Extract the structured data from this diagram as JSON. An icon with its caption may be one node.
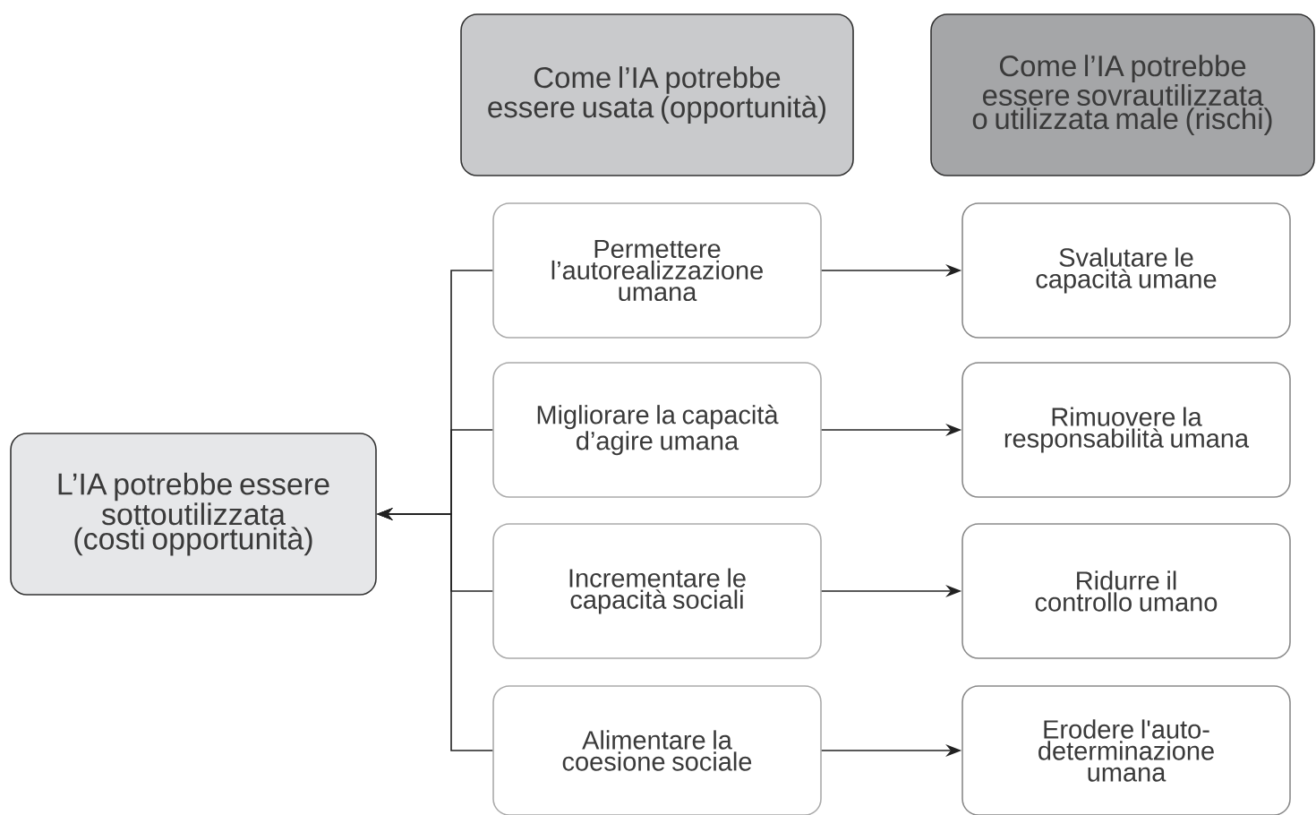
{
  "diagram": {
    "nodes": [
      {
        "text": [
          "Come l’IA potrebbe essere usata (opportunità)"
        ]
      },
      {
        "text": [
          "Come l’IA potrebbe essere sovrautilizzata o utilizzata male (rischi)"
        ]
      },
      {
        "text": [
          "L’IA potrebbe essere sottoutilizzata (costi opportunità)"
        ]
      },
      {
        "text": [
          "Permettere l’autorealizzazione umana"
        ]
      },
      {
        "text": [
          "Migliorare la capacità d’agire umana"
        ]
      },
      {
        "text": [
          "Incrementare le capacità sociali"
        ]
      },
      {
        "text": [
          "Alimentare la coesione sociale"
        ]
      },
      {
        "text": [
          "Svalutare le capacità umane"
        ]
      },
      {
        "text": [
          "Rimuovere la responsabilità umana"
        ]
      },
      {
        "text": [
          "Ridurre il controllo umano"
        ]
      },
      {
        "text": [
          "Erodere l'auto-determinazione umana"
        ]
      }
    ],
    "edges": [
      {
        "from": 3,
        "to": 7,
        "arrow": "to"
      },
      {
        "from": 4,
        "to": 8,
        "arrow": "to"
      },
      {
        "from": 5,
        "to": 9,
        "arrow": "to"
      },
      {
        "from": 6,
        "to": 10,
        "arrow": "to"
      },
      {
        "from": 3,
        "to": 2,
        "arrow": "to"
      },
      {
        "from": 4,
        "to": 2,
        "arrow": "to"
      },
      {
        "from": 5,
        "to": 2,
        "arrow": "to"
      },
      {
        "from": 6,
        "to": 2,
        "arrow": "to"
      }
    ]
  }
}
